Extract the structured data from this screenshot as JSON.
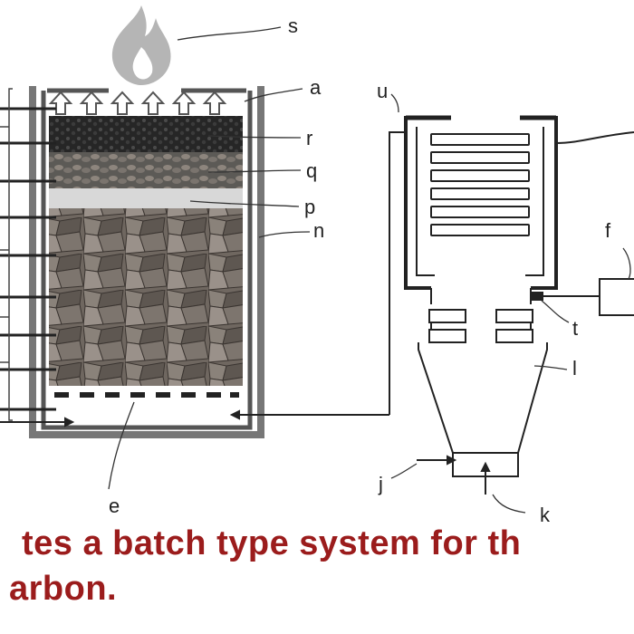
{
  "labels": {
    "s": "s",
    "a": "a",
    "r": "r",
    "q": "q",
    "p": "p",
    "n": "n",
    "u": "u",
    "f": "f",
    "t": "t",
    "l": "l",
    "j": "j",
    "k": "k",
    "e": "e"
  },
  "caption": {
    "line1": "tes a batch type system for th",
    "line2": "arbon."
  },
  "colors": {
    "caption": "#9b1c1c",
    "flame": "#b5b5b5",
    "wall": "#555555",
    "coal": "#2b2b2b",
    "stones": "#8d857d",
    "ash": "#d8d8d8"
  }
}
